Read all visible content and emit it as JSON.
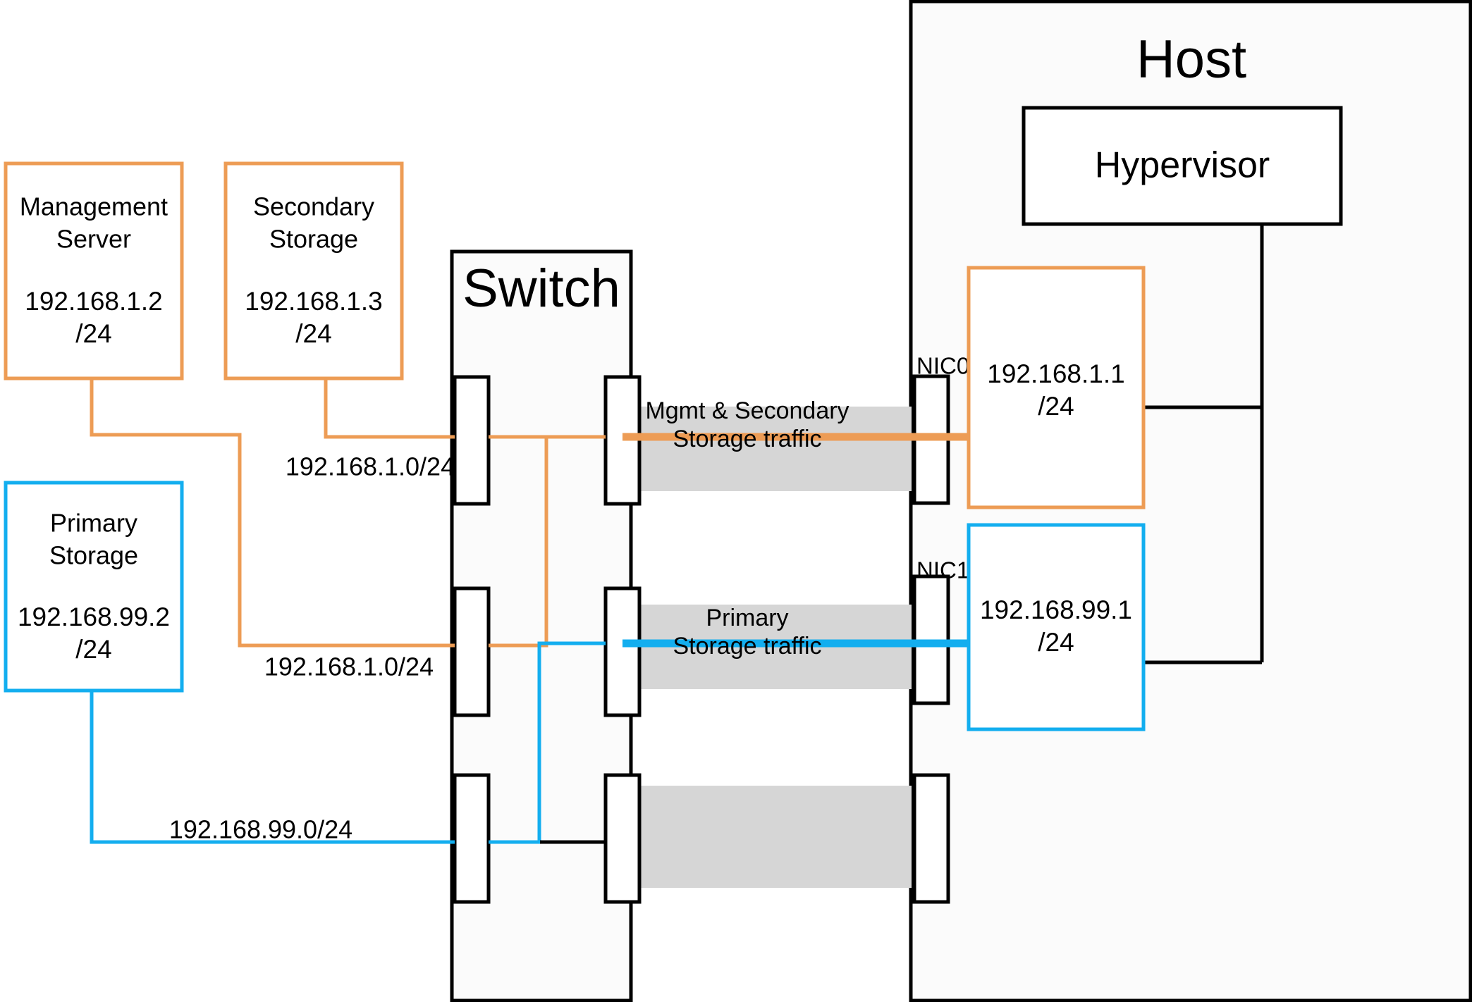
{
  "nodes": {
    "management_server": {
      "name_line1": "Management",
      "name_line2": "Server",
      "ip": "192.168.1.2",
      "mask": "/24",
      "color": "#ED9C55"
    },
    "secondary_storage": {
      "name_line1": "Secondary",
      "name_line2": "Storage",
      "ip": "192.168.1.3",
      "mask": "/24",
      "color": "#ED9C55"
    },
    "primary_storage": {
      "name_line1": "Primary",
      "name_line2": "Storage",
      "ip": "192.168.99.2",
      "mask": "/24",
      "color": "#13AEEF"
    }
  },
  "switch": {
    "title": "Switch"
  },
  "host": {
    "title": "Host",
    "hypervisor_label": "Hypervisor",
    "nics": [
      {
        "label": "NIC0"
      },
      {
        "label": "NIC1"
      }
    ],
    "interfaces": [
      {
        "ip": "192.168.1.1",
        "mask": "/24",
        "color": "#ED9C55"
      },
      {
        "ip": "192.168.99.1",
        "mask": "/24",
        "color": "#13AEEF"
      }
    ]
  },
  "traffic_links": [
    {
      "line1": "Mgmt & Secondary",
      "line2": "Storage traffic",
      "color": "#ED9C55"
    },
    {
      "line1": "Primary",
      "line2": "Storage traffic",
      "color": "#13AEEF"
    }
  ],
  "subnet_labels": [
    {
      "text": "192.168.1.0/24"
    },
    {
      "text": "192.168.1.0/24"
    },
    {
      "text": "192.168.99.0/24"
    }
  ],
  "colors": {
    "orange": "#ED9C55",
    "blue": "#13AEEF",
    "black": "#000000",
    "band_gray": "#d6d6d6",
    "panel_fill": "#fbfbfb"
  }
}
